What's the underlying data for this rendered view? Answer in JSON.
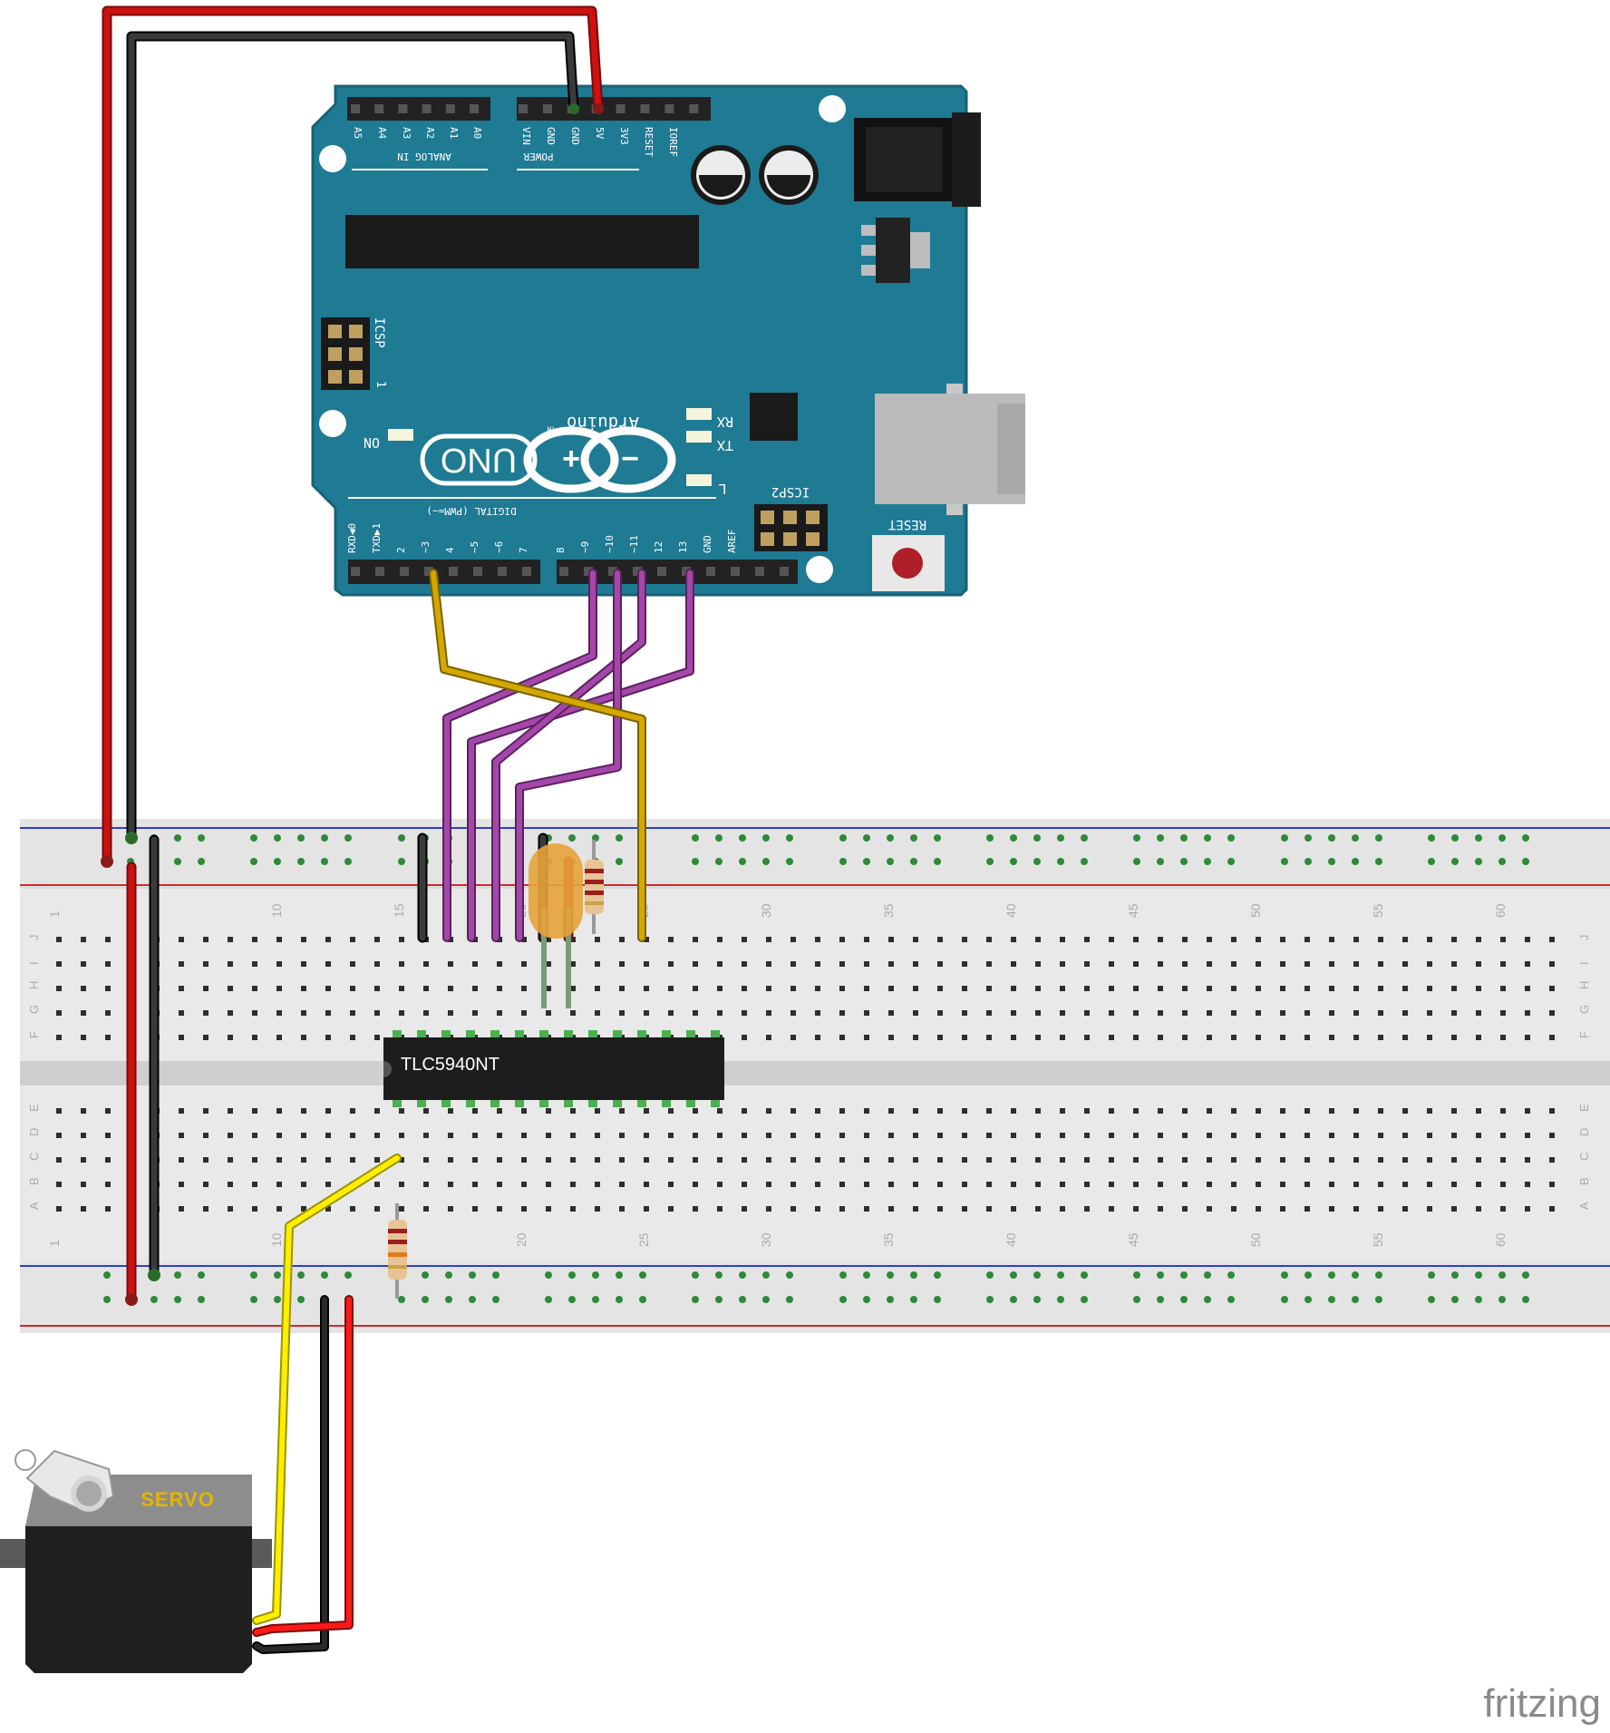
{
  "arduino": {
    "model": "UNO",
    "brand": "Arduino",
    "trademark": "TM",
    "headers": {
      "analog_pins": [
        "A5",
        "A4",
        "A3",
        "A2",
        "A1",
        "A0"
      ],
      "analog_title": "ANALOG IN",
      "power_pins": [
        "VIN",
        "GND",
        "GND",
        "5V",
        "3V3",
        "RESET",
        "IOREF"
      ],
      "power_title": "POWER",
      "digital_low": [
        "RXD◀0",
        "TXD▶1",
        "2",
        "~3",
        "4",
        "~5",
        "~6",
        "7"
      ],
      "digital_high": [
        "8",
        "~9",
        "~10",
        "~11",
        "12",
        "13",
        "GND",
        "AREF"
      ],
      "digital_title": "DIGITAL (PWM=~)"
    },
    "labels": {
      "icsp": "ICSP",
      "icsp_pin1": "1",
      "icsp2": "ICSP2",
      "on": "ON",
      "rx": "RX",
      "tx": "TX",
      "l": "L",
      "reset": "RESET"
    },
    "colors": {
      "board": "#1f7a94",
      "board_dark": "#176277"
    }
  },
  "breadboard": {
    "column_numbers": [
      "1",
      "10",
      "15",
      "20",
      "25",
      "30",
      "35",
      "40",
      "45",
      "50",
      "55",
      "60"
    ],
    "row_letters_top": [
      "J",
      "I",
      "H",
      "G",
      "F"
    ],
    "row_letters_bottom": [
      "E",
      "D",
      "C",
      "B",
      "A"
    ]
  },
  "chip": {
    "label": "TLC5940NT"
  },
  "servo": {
    "label": "SERVO"
  },
  "watermark": "fritzing",
  "wire_colors": {
    "red": "#cc1111",
    "black": "#222222",
    "purple": "#9b3aa0",
    "yellow_signal": "#d4a800",
    "yellow_servo": "#ffee00"
  }
}
